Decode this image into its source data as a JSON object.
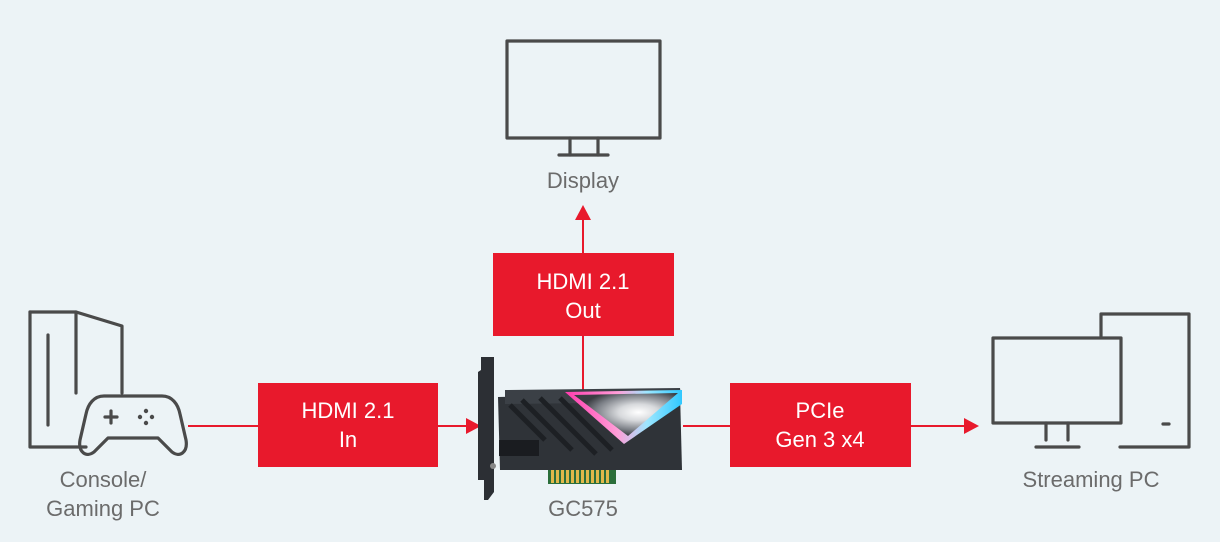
{
  "colors": {
    "background": "#ecf3f6",
    "accent_red": "#e8192c",
    "icon_stroke": "#4a4a4a",
    "label_text": "#6b6b6b",
    "card_body": "#2f3338"
  },
  "nodes": {
    "display": {
      "label": "Display",
      "icon": "monitor-icon"
    },
    "console": {
      "label_line1": "Console/",
      "label_line2": "Gaming PC",
      "icon": "console-gamepad-icon"
    },
    "capture_card": {
      "label": "GC575",
      "icon": "capture-card-icon"
    },
    "streaming_pc": {
      "label": "Streaming PC",
      "icon": "desktop-pc-icon"
    }
  },
  "boxes": {
    "hdmi_in": {
      "line1": "HDMI 2.1",
      "line2": "In"
    },
    "hdmi_out": {
      "line1": "HDMI 2.1",
      "line2": "Out"
    },
    "pcie": {
      "line1": "PCIe",
      "line2": "Gen 3 x4"
    }
  }
}
